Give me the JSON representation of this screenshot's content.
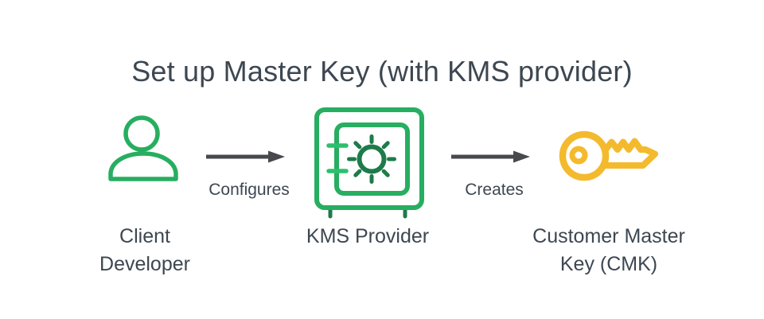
{
  "title": "Set up Master Key (with KMS provider)",
  "colors": {
    "green": "#27ae60",
    "green_light": "#2ebf6e",
    "green_dark": "#1e7b4a",
    "yellow": "#f4ba2e",
    "arrow": "#47494c",
    "text": "#3d4751"
  },
  "nodes": [
    {
      "label": "Client Developer",
      "icon": "person-icon"
    },
    {
      "label": "KMS Provider",
      "icon": "safe-icon"
    },
    {
      "label": "Customer Master Key (CMK)",
      "icon": "key-icon"
    }
  ],
  "edges": [
    {
      "label": "Configures"
    },
    {
      "label": "Creates"
    }
  ]
}
